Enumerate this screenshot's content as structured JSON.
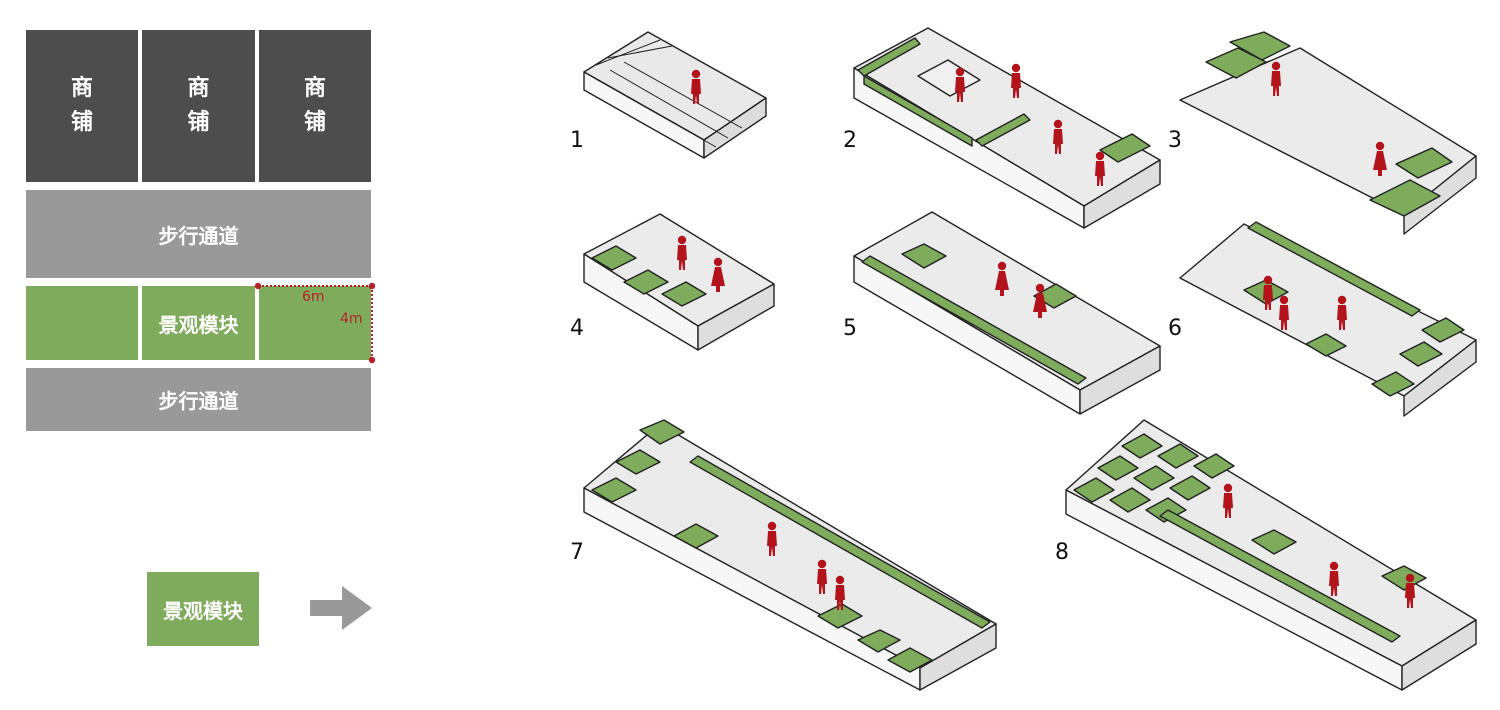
{
  "plan": {
    "shops": [
      "商铺",
      "商铺",
      "商铺"
    ],
    "walkway_top": "步行通道",
    "landscape_label": "景观模块",
    "walkway_bottom": "步行通道",
    "dim_width": "6m",
    "dim_height": "4m"
  },
  "legend": {
    "module_label": "景观模块",
    "arrow": "arrow-right-icon"
  },
  "modules": [
    {
      "number": "1"
    },
    {
      "number": "2"
    },
    {
      "number": "3"
    },
    {
      "number": "4"
    },
    {
      "number": "5"
    },
    {
      "number": "6"
    },
    {
      "number": "7"
    },
    {
      "number": "8"
    }
  ],
  "colors": {
    "shop": "#4d4d4d",
    "walkway": "#999999",
    "green": "#7fac5c",
    "dimension": "#b8202a",
    "figure": "#b3141b",
    "block_top": "#e6e6e6",
    "block_side": "#f5f5f5"
  }
}
